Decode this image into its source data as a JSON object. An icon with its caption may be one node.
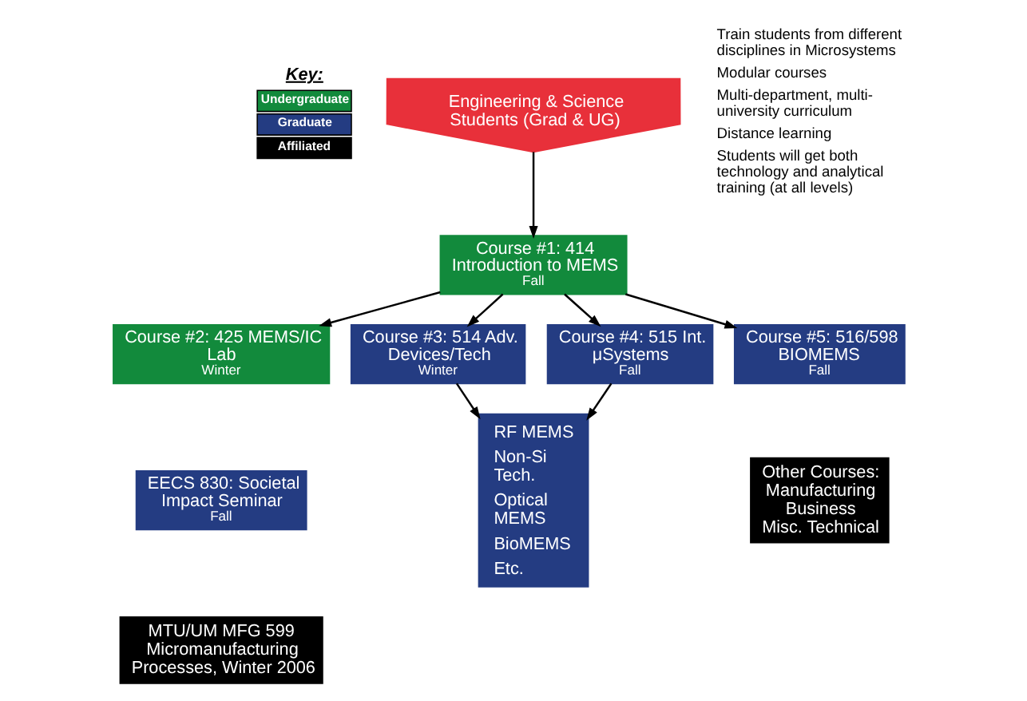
{
  "diagram": {
    "nodes": [
      {
        "text": [
          "Engineering & Science Students (Grad & UG)"
        ]
      },
      {
        "text": [
          "Course #1: 414 Introduction to MEMS",
          "Fall"
        ]
      },
      {
        "text": [
          "Course #2: 425 MEMS/IC Lab",
          "Winter"
        ]
      },
      {
        "text": [
          "Course #3: 514 Adv. Devices/Tech",
          "Winter"
        ]
      },
      {
        "text": [
          "Course #4: 515 Int.  μSystems",
          "Fall"
        ]
      },
      {
        "text": [
          "Course #5: 516/598 BIOMEMS",
          "Fall"
        ]
      },
      {
        "text": [
          "EECS 830: Societal Impact Seminar",
          "Fall"
        ]
      },
      {
        "text": [
          "MTU/UM MFG 599 Micromanufacturing Processes, Winter 2006"
        ]
      },
      {
        "text": [
          "RF MEMS",
          "Non-Si Tech.",
          "Optical MEMS",
          "BioMEMS",
          "Etc."
        ]
      },
      {
        "text": [
          "Other Courses:",
          "Manufacturing",
          "Business",
          "Misc. Technical"
        ]
      }
    ],
    "edges": [
      {
        "from": 0,
        "to": 1,
        "arrow": "to"
      },
      {
        "from": 1,
        "to": 2,
        "arrow": "to"
      },
      {
        "from": 1,
        "to": 3,
        "arrow": "to"
      },
      {
        "from": 1,
        "to": 4,
        "arrow": "to"
      },
      {
        "from": 1,
        "to": 5,
        "arrow": "to"
      },
      {
        "from": 3,
        "to": 8,
        "arrow": "to"
      },
      {
        "from": 4,
        "to": 8,
        "arrow": "to"
      }
    ],
    "labels": [
      "Key:",
      "Train students from different disciplines in Microsystems",
      "Modular courses",
      "Multi-department, multi-university curriculum",
      "Distance learning",
      "Students will get both technology and analytical training (at all levels)"
    ],
    "legend": [
      {
        "text": "Undergraduate",
        "color": "#128a3c"
      },
      {
        "text": "Graduate",
        "color": "#243c82"
      },
      {
        "text": "Affiliated",
        "color": "#000000"
      }
    ]
  }
}
